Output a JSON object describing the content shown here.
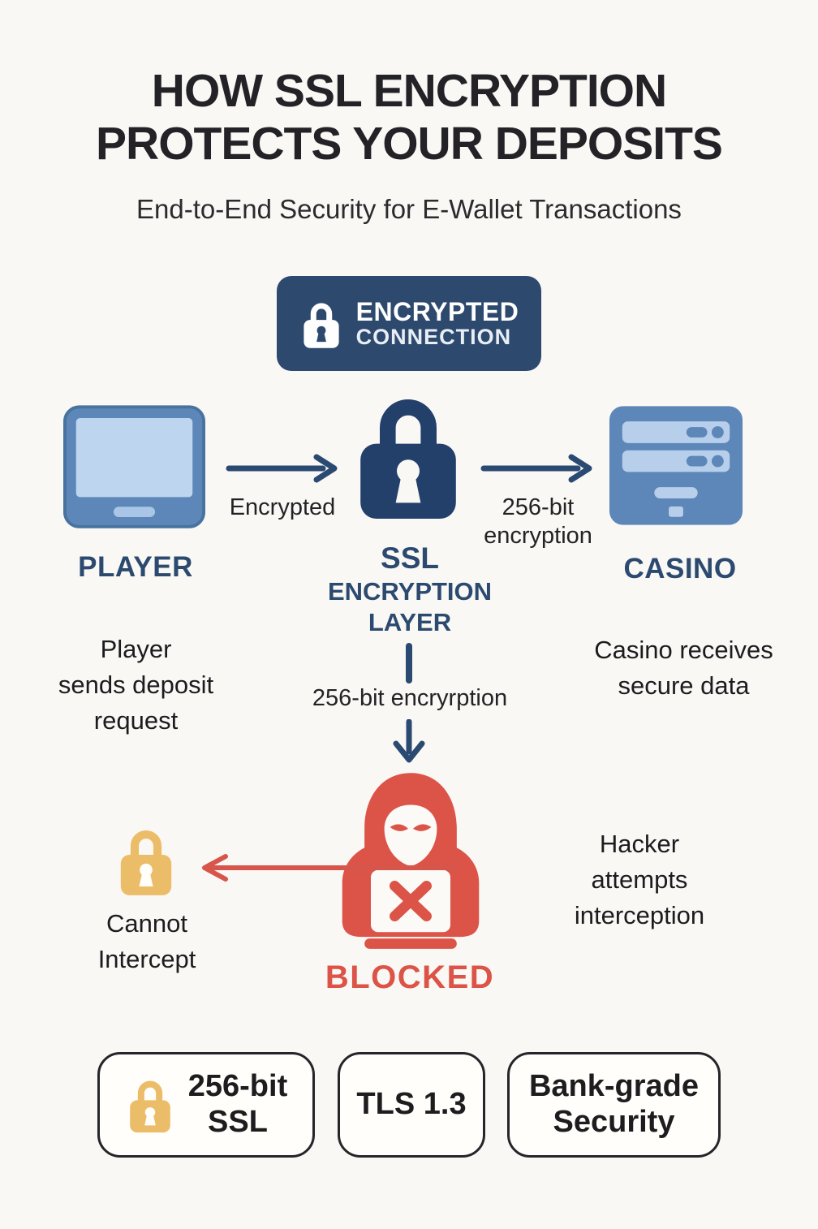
{
  "title": {
    "line1": "HOW SSL ENCRYPTION",
    "line2": "PROTECTS YOUR DEPOSITS",
    "subtitle": "End-to-End Security for E-Wallet Transactions"
  },
  "banner": {
    "line1": "ENCRYPTED",
    "line2": "CONNECTION",
    "icon": "lock-icon"
  },
  "flow": {
    "player_label": "PLAYER",
    "player_description": "Player\nsends deposit\nrequest",
    "arrow1_label": "Encrypted",
    "ssl_line1": "SSL",
    "ssl_line2": "ENCRYPTION",
    "ssl_line3": "LAYER",
    "arrow2_label": "256-bit\nencryption",
    "casino_label": "CASINO",
    "casino_description": "Casino receives\nsecure data",
    "down_arrow_label": "256-bit encryrption"
  },
  "interception": {
    "cannot_intercept_label": "Cannot\nIntercept",
    "blocked_label": "BLOCKED",
    "hacker_description": "Hacker\nattempts\ninterception"
  },
  "badges": [
    {
      "label": "256-bit\nSSL",
      "icon": "lock-icon"
    },
    {
      "label": "TLS 1.3"
    },
    {
      "label": "Bank-grade\nSecurity"
    }
  ],
  "colors": {
    "background": "#faf8f5",
    "navy": "#2d4a6e",
    "lock_navy": "#22406a",
    "icon_blue": "#5d87b8",
    "icon_light_blue": "#bdd5ef",
    "red": "#dc5348",
    "yellow": "#ecbd68",
    "text_dark": "#1d1d1f"
  }
}
